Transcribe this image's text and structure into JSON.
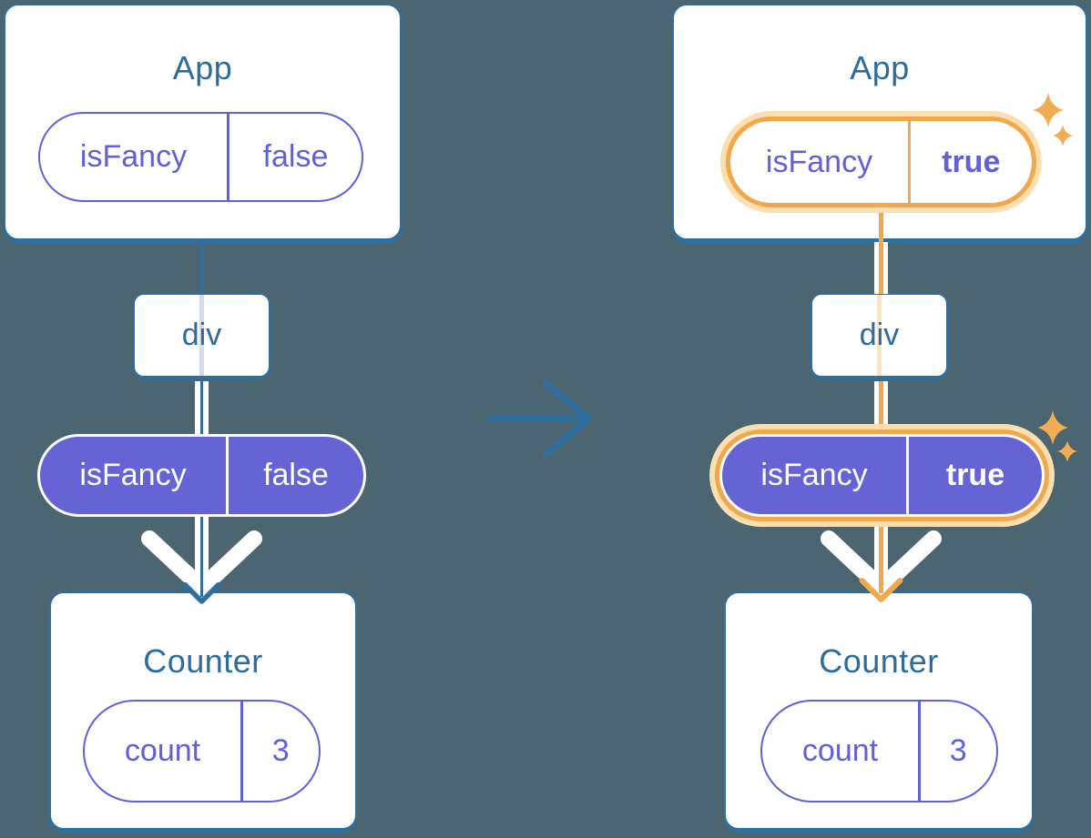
{
  "colors": {
    "background": "#4C6671",
    "white": "#FFFFFF",
    "steel": "#2E6F9F",
    "title_text": "#2D6C9A",
    "purple": "#6260D6",
    "purple_fill": "#6663D4",
    "orange": "#F1A74B",
    "orange_light": "#FBDFB0",
    "stripe_blue": "#D6DAF1",
    "stripe_peach": "#FCE4C1",
    "sparkle": "#F2AC52"
  },
  "before": {
    "app_title": "App",
    "app_pill": {
      "key": "isFancy",
      "value": "false"
    },
    "div_label": "div",
    "state_pill": {
      "key": "isFancy",
      "value": "false"
    },
    "counter_title": "Counter",
    "counter_pill": {
      "key": "count",
      "value": "3"
    }
  },
  "after": {
    "app_title": "App",
    "app_pill": {
      "key": "isFancy",
      "value": "true"
    },
    "div_label": "div",
    "state_pill": {
      "key": "isFancy",
      "value": "true"
    },
    "counter_title": "Counter",
    "counter_pill": {
      "key": "count",
      "value": "3"
    }
  }
}
